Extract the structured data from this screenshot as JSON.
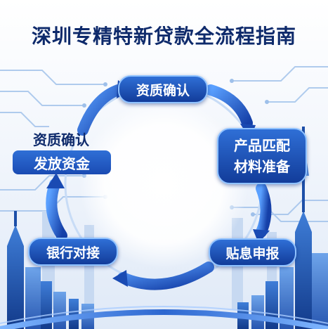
{
  "title": "深圳专精特新贷款全流程指南",
  "steps": {
    "top": "资质确认",
    "right_line1": "产品匹配",
    "right_line2": "材料准备",
    "bottom_right": "贴息申报",
    "bottom_left": "银行对接",
    "left_label": "资质确认",
    "left_box": "发放资金"
  },
  "colors": {
    "title": "#0e2a6b",
    "pill": "#1a4bb3",
    "arrow": "#2a6fe0",
    "skyline": "#1d4fa8"
  }
}
